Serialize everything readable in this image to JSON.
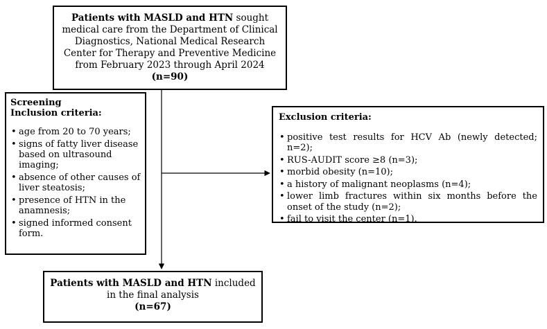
{
  "top_box": {
    "bold_lead": "Patients with MASLD and HTN",
    "text": " sought medical care from the Department of Clinical Diagnostics, National Medical Research Center for Therapy and Preventive Medicine from February 2023 through April 2024",
    "count": "(n=90)"
  },
  "screening": {
    "title": "Screening",
    "subtitle": "Inclusion criteria:",
    "items": [
      "age from 20 to 70 years;",
      "signs of fatty liver disease based on ultrasound imaging;",
      "absence of other causes of liver steatosis;",
      "presence of HTN in the anamnesis;",
      "signed informed consent form."
    ]
  },
  "exclusion": {
    "title": "Exclusion criteria:",
    "items": [
      "positive test results for HCV Ab (newly detected; n=2);",
      "RUS-AUDIT score ≥8 (n=3);",
      "morbid obesity (n=10);",
      "a history of malignant neoplasms (n=4);",
      "lower limb fractures within six months before the onset of the study (n=2);",
      "fail to visit the center (n=1)."
    ]
  },
  "final_box": {
    "bold_lead": "Patients with MASLD and HTN",
    "text": " included in the final analysis",
    "count": "(n=67)"
  }
}
